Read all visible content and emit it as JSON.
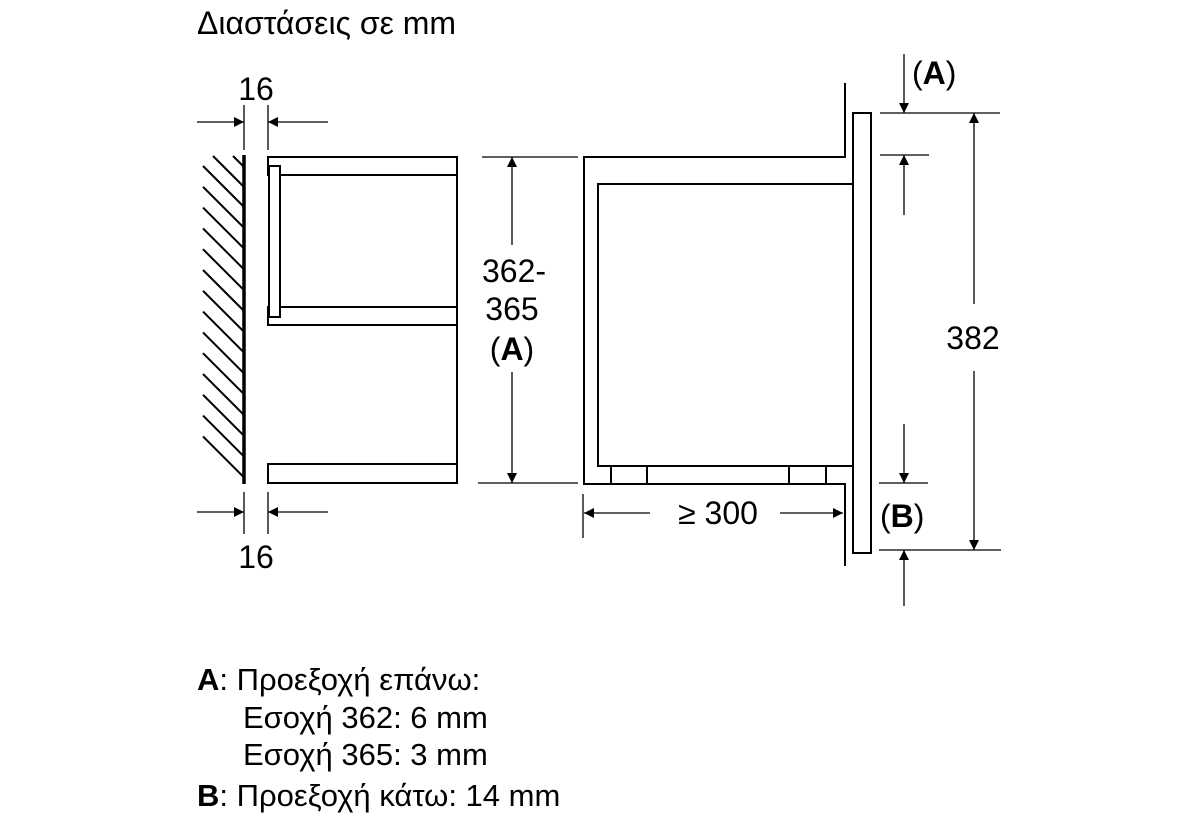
{
  "title": "Διαστάσεις σε mm",
  "left_view": {
    "gap_top": "16",
    "gap_bottom": "16"
  },
  "niche_height": {
    "line1": "362-",
    "line2": "365",
    "line3_open": "(",
    "line3_letter": "A",
    "line3_close": ")"
  },
  "right_view": {
    "depth": "≥ 300",
    "front_height": "382",
    "marker_a": {
      "open": "(",
      "letter": "A",
      "close": ")"
    },
    "marker_b": {
      "open": "(",
      "letter": "B",
      "close": ")"
    }
  },
  "legend": [
    {
      "letter": "A",
      "text": ": Προεξοχή επάνω:"
    },
    {
      "letter": "",
      "text": "Εσοχή 362: 6 mm"
    },
    {
      "letter": "",
      "text": "Εσοχή 365: 3 mm"
    },
    {
      "letter": "B",
      "text": ": Προεξοχή κάτω: 14 mm"
    }
  ],
  "colors": {
    "line": "#000000",
    "background": "#ffffff"
  }
}
